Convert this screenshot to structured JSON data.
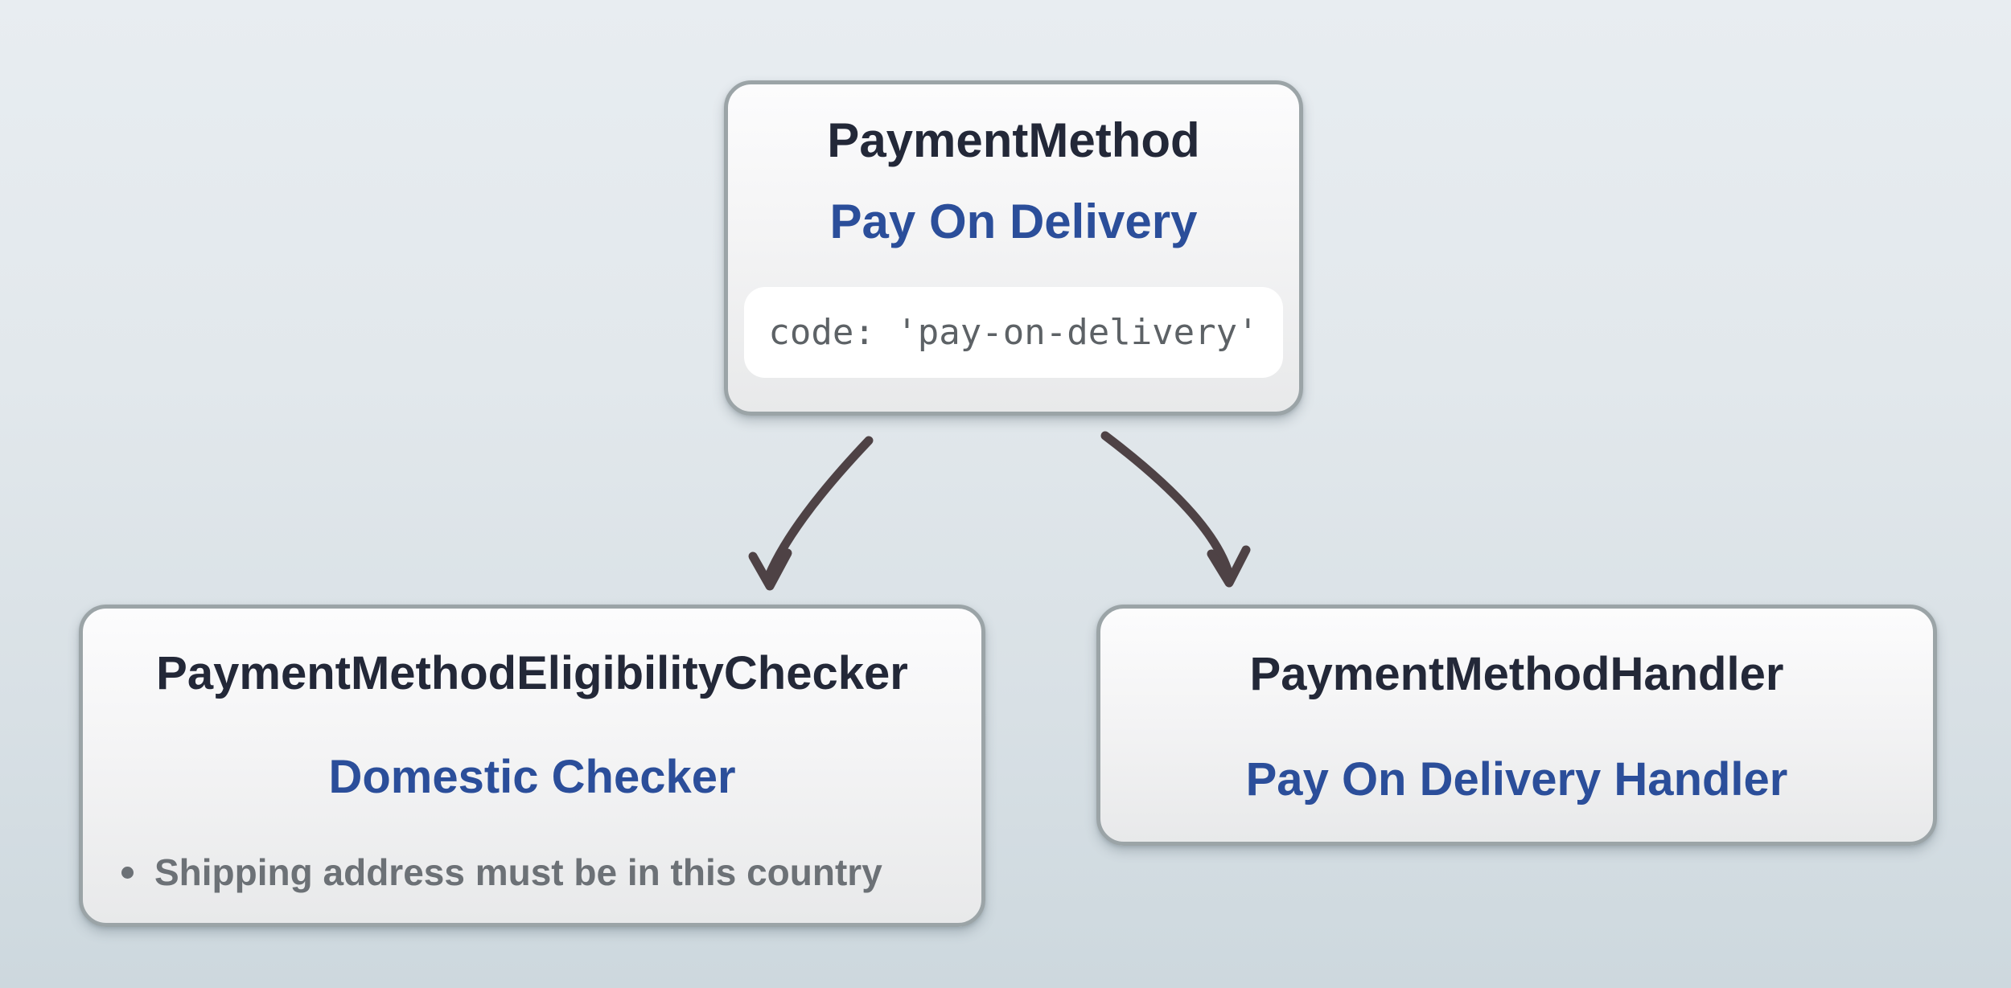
{
  "diagram": {
    "payment_method": {
      "title": "PaymentMethod",
      "subtitle": "Pay On Delivery",
      "code": "code: 'pay-on-delivery'"
    },
    "eligibility_checker": {
      "title": "PaymentMethodEligibilityChecker",
      "subtitle": "Domestic Checker",
      "rule": "Shipping address must be in this country"
    },
    "handler": {
      "title": "PaymentMethodHandler",
      "subtitle": "Pay On Delivery Handler"
    },
    "colors": {
      "background_top": "#e8edf1",
      "background_bottom": "#cdd8de",
      "box_border": "#9ba4a7",
      "box_fill_top": "#fcfcfd",
      "box_fill_bottom": "#e8e9ea",
      "title_text": "#232838",
      "subtitle_text": "#2b4e9a",
      "bullet_text": "#6c7176",
      "code_text": "#5d6266",
      "code_chip_bg": "#ffffff",
      "arrow": "#4e4245"
    }
  }
}
